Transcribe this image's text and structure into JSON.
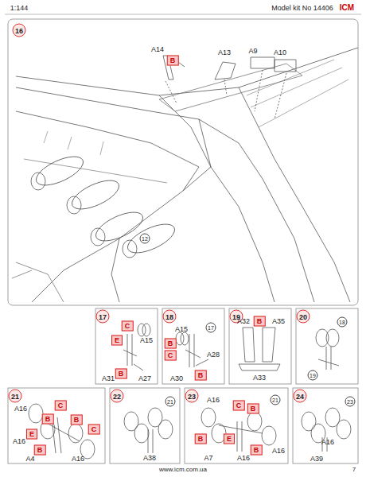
{
  "diagram": {
    "nodes": [
      {
        "text": [
          "16"
        ]
      },
      {
        "text": [
          "B"
        ]
      },
      {
        "text": [
          "12"
        ]
      },
      {
        "text": [
          "17"
        ]
      },
      {
        "text": [
          "C"
        ]
      },
      {
        "text": [
          "E"
        ]
      },
      {
        "text": [
          "B"
        ]
      },
      {
        "text": [
          "18"
        ]
      },
      {
        "text": [
          "17"
        ]
      },
      {
        "text": [
          "B"
        ]
      },
      {
        "text": [
          "C"
        ]
      },
      {
        "text": [
          "B"
        ]
      },
      {
        "text": [
          "19"
        ]
      },
      {
        "text": [
          "B"
        ]
      },
      {
        "text": [
          "20"
        ]
      },
      {
        "text": [
          "18"
        ]
      },
      {
        "text": [
          "19"
        ]
      },
      {
        "text": [
          "21"
        ]
      },
      {
        "text": [
          "C"
        ]
      },
      {
        "text": [
          "B"
        ]
      },
      {
        "text": [
          "E"
        ]
      },
      {
        "text": [
          "B"
        ]
      },
      {
        "text": [
          "C"
        ]
      },
      {
        "text": [
          "B"
        ]
      },
      {
        "text": [
          "22"
        ]
      },
      {
        "text": [
          "21"
        ]
      },
      {
        "text": [
          "23"
        ]
      },
      {
        "text": [
          "C"
        ]
      },
      {
        "text": [
          "21"
        ]
      },
      {
        "text": [
          "B"
        ]
      },
      {
        "text": [
          "B"
        ]
      },
      {
        "text": [
          "E"
        ]
      },
      {
        "text": [
          "B"
        ]
      },
      {
        "text": [
          "24"
        ]
      },
      {
        "text": [
          "23"
        ]
      }
    ],
    "labels": [
      "1:144",
      "Model kit No 14406",
      "ICM",
      "A14",
      "A13",
      "A9",
      "A10",
      "A15",
      "A31",
      "A27",
      "A15",
      "A30",
      "A28",
      "A32",
      "A35",
      "A33",
      "A16",
      "A16",
      "A4",
      "A16",
      "A38",
      "A16",
      "A7",
      "A16",
      "A16",
      "A16",
      "A39",
      "www.icm.com.ua",
      "7"
    ]
  }
}
